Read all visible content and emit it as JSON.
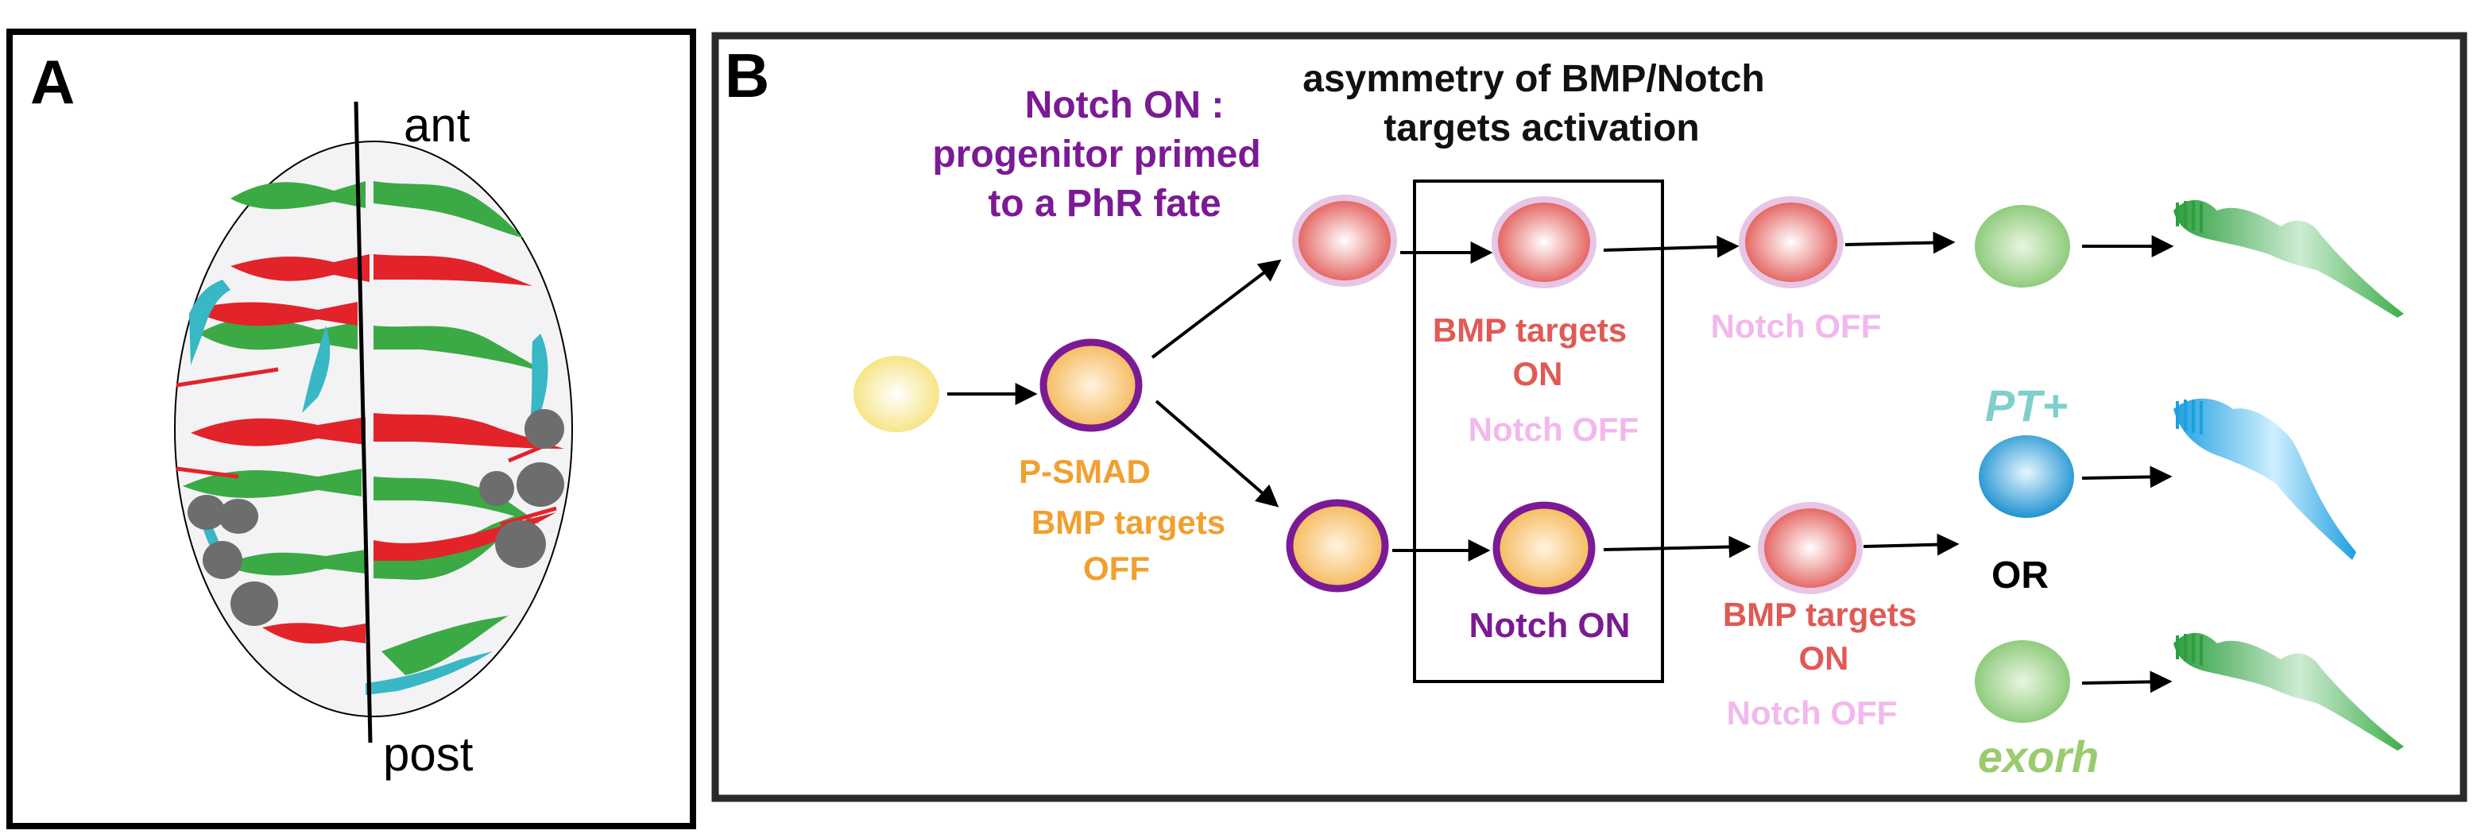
{
  "panel_a": {
    "letter": "A",
    "ant_label": "ant",
    "post_label": "post"
  },
  "panel_b": {
    "letter": "B",
    "header_notch": [
      "Notch ON :",
      "progenitor primed",
      "to a PhR fate"
    ],
    "header_asym": [
      "asymmetry of BMP/Notch",
      "targets activation"
    ],
    "psmad_label": [
      "P-SMAD",
      "BMP targets",
      "OFF"
    ],
    "box_top_label": [
      "BMP targets",
      "ON"
    ],
    "box_notch_off": "Notch OFF",
    "box_notch_on": "Notch ON",
    "top_notch_off": "Notch OFF",
    "lower_bmp_label": [
      "BMP targets",
      "ON"
    ],
    "lower_notch_off": "Notch OFF",
    "pt_label": "PT+",
    "or_label": "OR",
    "exorh_label": "exorh"
  },
  "colors": {
    "purple": "#7B1A94",
    "orange": "#F0A030",
    "red_text": "#E05A55",
    "pink_text": "#F2B8EC",
    "teal": "#7FCFCB",
    "green_text": "#9ACB6E",
    "green_cell": "#7DC06A",
    "red_cell": "#E05A55",
    "blue_cell": "#2B9FD8"
  }
}
